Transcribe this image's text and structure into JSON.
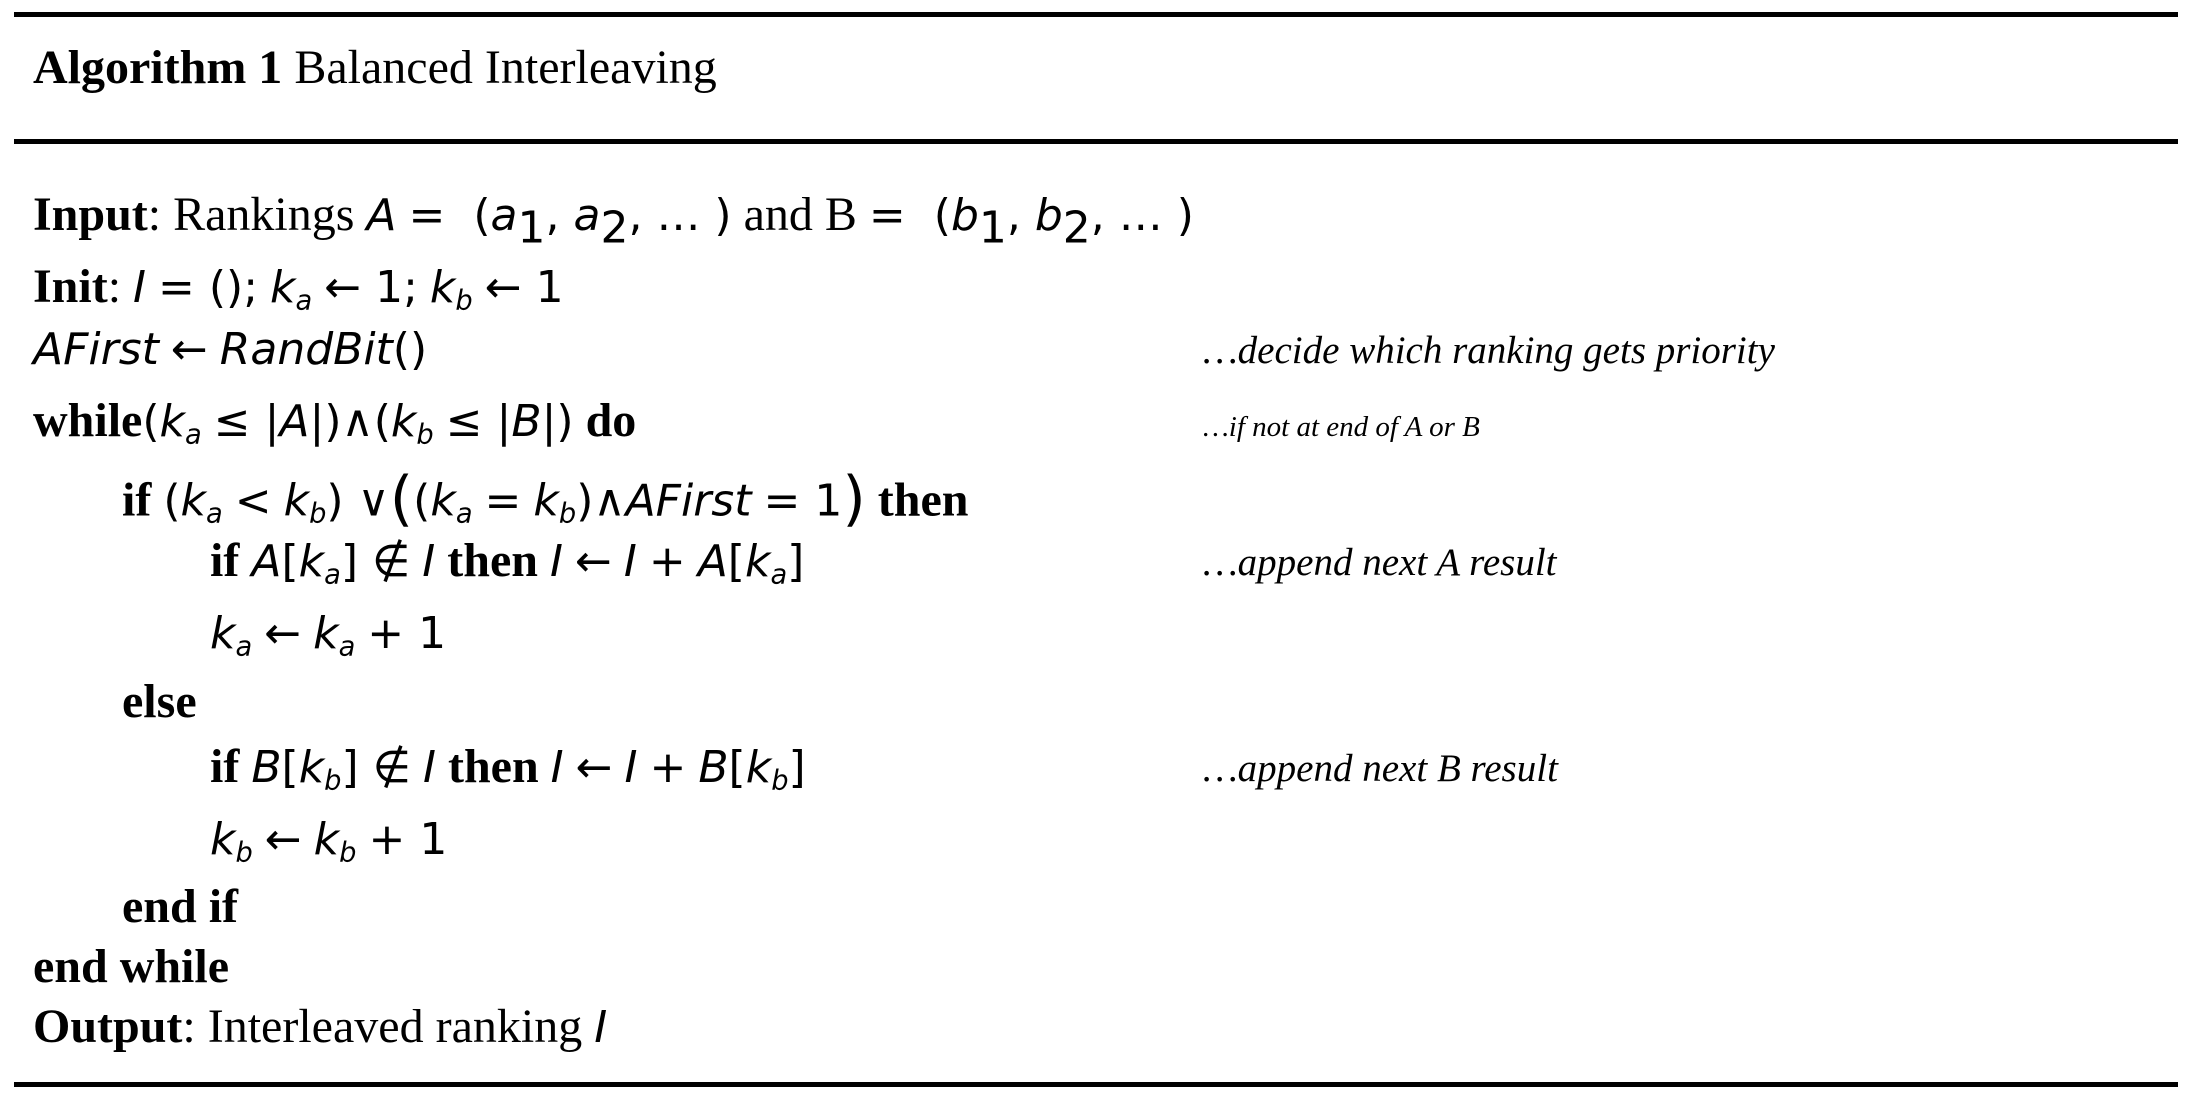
{
  "algorithm": {
    "label": "Algorithm 1",
    "title": "Balanced Interleaving"
  },
  "input": {
    "keyword": "Input",
    "text": ": Rankings",
    "A": "A",
    "eq": "=",
    "a_open": "(",
    "a": "a",
    "sub1": "1",
    "sub2": "2",
    "seq_tail": ", … )",
    "and": "and B",
    "b": "b"
  },
  "init": {
    "keyword": "Init",
    "colon": ":"
  },
  "afirst_line": {
    "var": "AFirst",
    "arrow": "←",
    "func": "RandBit",
    "parens": "()"
  },
  "while_line": {
    "keyword": "while",
    "do": "do"
  },
  "if_line": {
    "keyword": "if",
    "then": "then"
  },
  "keywords": {
    "if": "if",
    "then": "then",
    "else": "else",
    "end_if": "end if",
    "end_while": "end while"
  },
  "output": {
    "keyword": "Output",
    "text": ": Interleaved ranking",
    "var": "I"
  },
  "comments": {
    "priority": "…decide which ranking gets priority",
    "not_end": "…if not at end of A or B",
    "append_a": "…append next A result",
    "append_b": "…append next B result"
  }
}
